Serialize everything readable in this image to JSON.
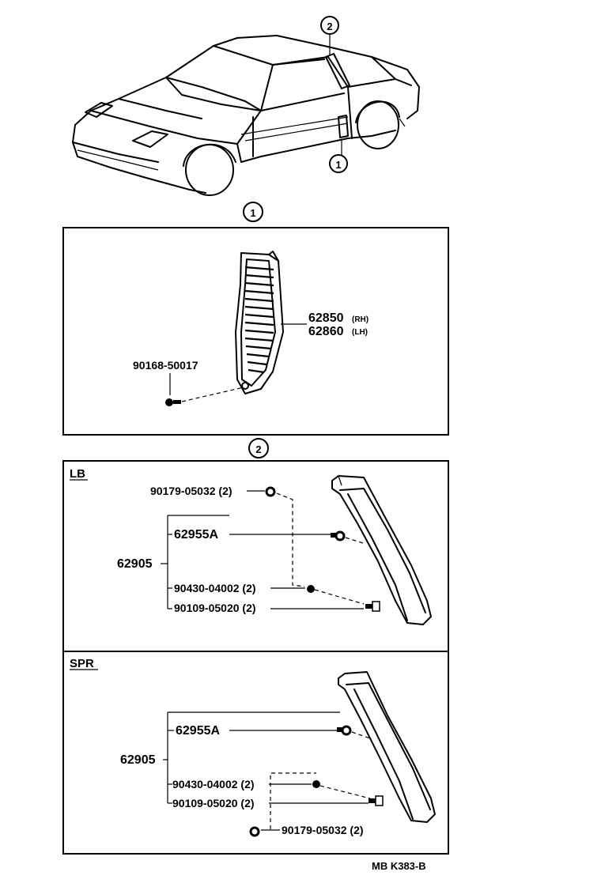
{
  "callouts": {
    "c1": "1",
    "c2": "2"
  },
  "section1": {
    "part_main_rh": "62850",
    "part_main_rh_side": "(RH)",
    "part_main_lh": "62860",
    "part_main_lh_side": "(LH)",
    "part_screw": "90168-50017"
  },
  "section_lb": {
    "label": "LB",
    "assembly": "62905",
    "p_62955a": "62955A",
    "p_90179": "90179-05032 (2)",
    "p_90430": "90430-04002 (2)",
    "p_90109": "90109-05020 (2)"
  },
  "section_spr": {
    "label": "SPR",
    "assembly": "62905",
    "p_62955a": "62955A",
    "p_90430": "90430-04002 (2)",
    "p_90109": "90109-05020 (2)",
    "p_90179": "90179-05032 (2)"
  },
  "footer": {
    "ref": "MB  K383-B"
  }
}
